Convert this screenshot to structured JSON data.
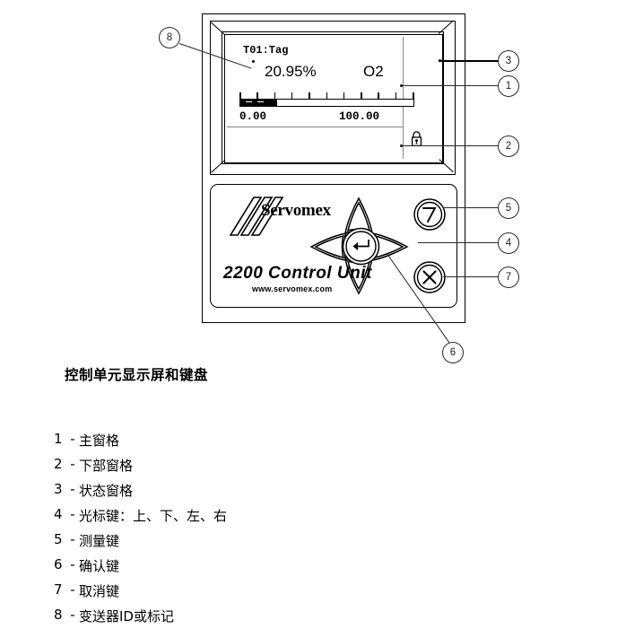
{
  "device": {
    "lcd": {
      "tag": "T01:Tag",
      "value": "20.95%",
      "gas": "O2",
      "scale_min": "0.00",
      "scale_max": "100.00",
      "bar_percent": 21,
      "tick_count": 10,
      "status_icon": "padlock-icon"
    },
    "keypad": {
      "brand": "Servomex",
      "model": "2200 Control Unit",
      "website": "www.servomex.com",
      "keys": [
        {
          "name": "up-arrow-key",
          "icon": "arrow-up-icon"
        },
        {
          "name": "down-arrow-key",
          "icon": "arrow-down-icon"
        },
        {
          "name": "left-arrow-key",
          "icon": "arrow-left-icon"
        },
        {
          "name": "right-arrow-key",
          "icon": "arrow-right-icon"
        },
        {
          "name": "enter-key",
          "icon": "enter-return-icon"
        },
        {
          "name": "measure-key",
          "icon": "gauge-meter-icon"
        },
        {
          "name": "cancel-key",
          "icon": "x-cross-icon"
        }
      ]
    }
  },
  "callouts": [
    {
      "id": "1",
      "label": "1"
    },
    {
      "id": "2",
      "label": "2"
    },
    {
      "id": "3",
      "label": "3"
    },
    {
      "id": "4",
      "label": "4"
    },
    {
      "id": "5",
      "label": "5"
    },
    {
      "id": "6",
      "label": "6"
    },
    {
      "id": "7",
      "label": "7"
    },
    {
      "id": "8",
      "label": "8"
    }
  ],
  "caption": "控制单元显示屏和键盘",
  "legend": {
    "dash": "-",
    "items": [
      {
        "num": "1",
        "label": "主窗格"
      },
      {
        "num": "2",
        "label": "下部窗格"
      },
      {
        "num": "3",
        "label": "状态窗格"
      },
      {
        "num": "4",
        "label": "光标键：上、下、左、右"
      },
      {
        "num": "5",
        "label": "测量键"
      },
      {
        "num": "6",
        "label": "确认键"
      },
      {
        "num": "7",
        "label": "取消键"
      },
      {
        "num": "8",
        "label": "变送器ID或标记"
      }
    ]
  },
  "colors": {
    "ink": "#000000",
    "lead": "#2b2b2b",
    "divider": "#8a8a8a"
  }
}
